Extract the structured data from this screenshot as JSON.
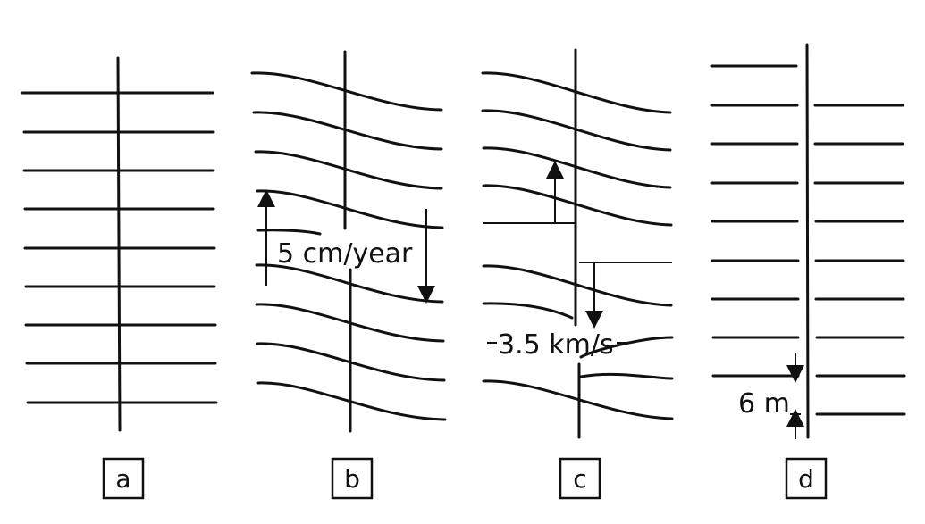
{
  "panels": [
    {
      "id": "a",
      "label": "a"
    },
    {
      "id": "b",
      "label": "b"
    },
    {
      "id": "c",
      "label": "c"
    },
    {
      "id": "d",
      "label": "d"
    }
  ],
  "annotations": {
    "b_rate": "5 cm/year",
    "c_speed": "3.5 km/s",
    "d_offset": "6 m"
  },
  "colors": {
    "ink": "#111111",
    "background": "#ffffff"
  }
}
